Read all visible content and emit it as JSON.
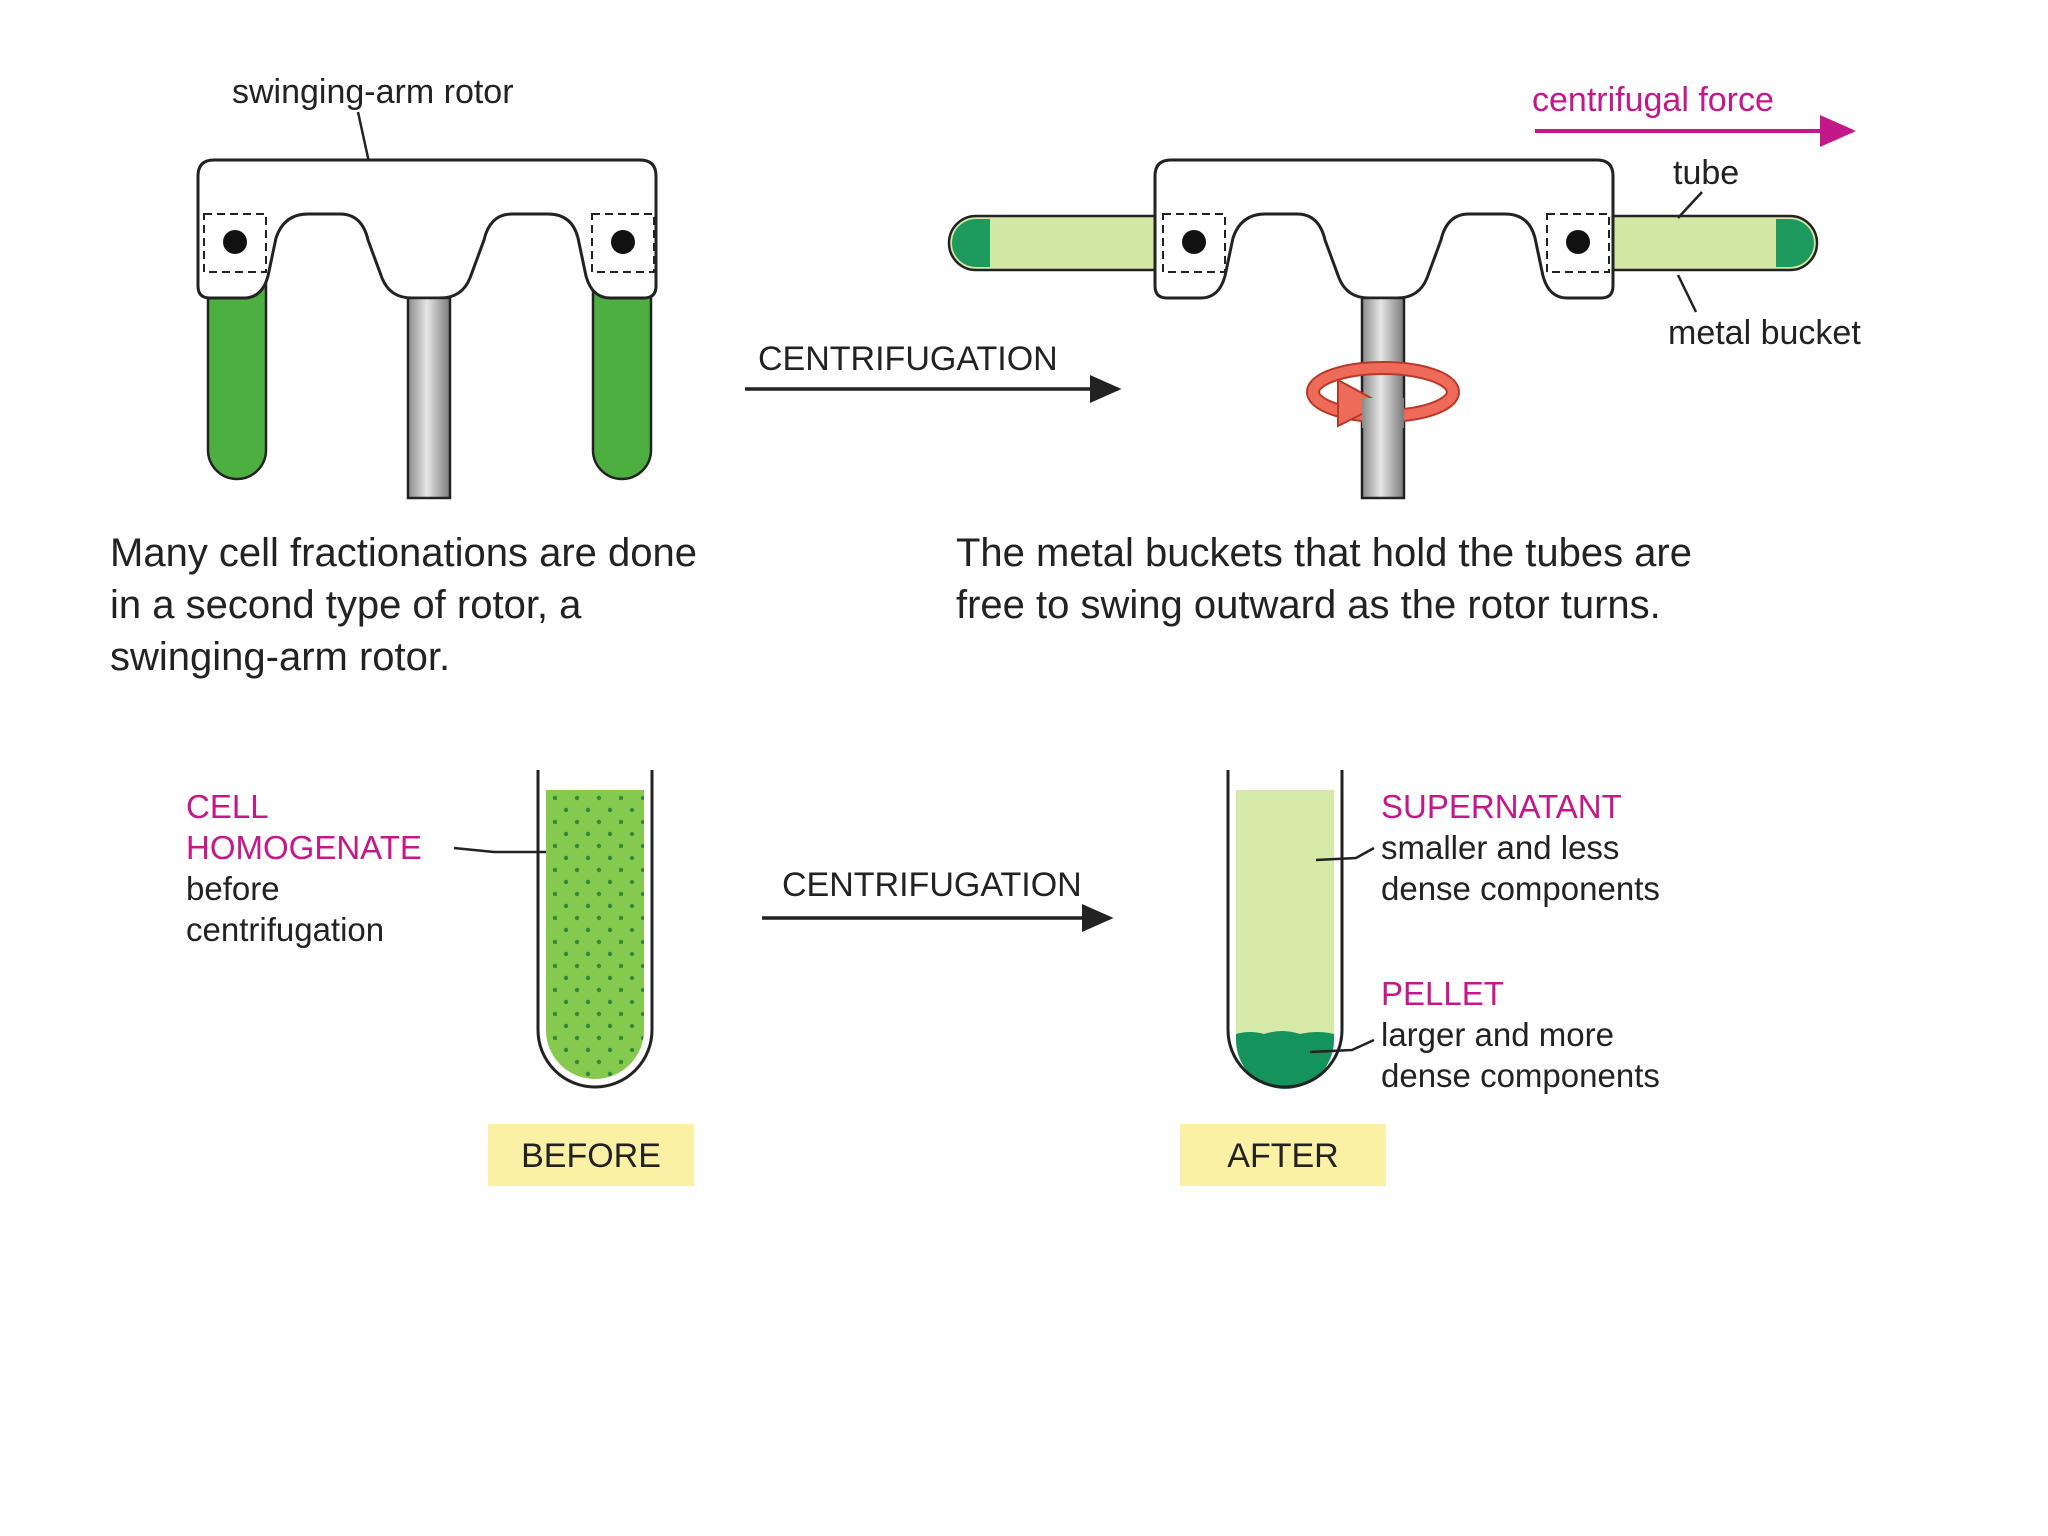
{
  "panels": {
    "rest": {
      "rotor_label": "swinging-arm rotor",
      "caption": [
        "Many cell fractionations are done",
        "in a second type of rotor, a",
        "swinging-arm rotor."
      ]
    },
    "arrow_top": {
      "label": "CENTRIFUGATION"
    },
    "spinning": {
      "force_label": "centrifugal force",
      "tube_label": "tube",
      "bucket_label": "metal bucket",
      "caption": [
        "The metal buckets that hold the tubes are",
        "free to swing outward as the rotor turns."
      ]
    },
    "before": {
      "title_lines": [
        "CELL",
        "HOMOGENATE"
      ],
      "desc_lines": [
        "before",
        "centrifugation"
      ],
      "badge": "BEFORE"
    },
    "arrow_bottom": {
      "label": "CENTRIFUGATION"
    },
    "after": {
      "supernatant_title": "SUPERNATANT",
      "supernatant_lines": [
        "smaller and less",
        "dense components"
      ],
      "pellet_title": "PELLET",
      "pellet_lines": [
        "larger and more",
        "dense components"
      ],
      "badge": "AFTER"
    }
  },
  "colors": {
    "tube_green": "#4caf3f",
    "bucket_light": "#d3e8a4",
    "bucket_end": "#1f9a5e",
    "homogenate": "#86c94f",
    "supernatant": "#d6e9a8",
    "pellet": "#14935c",
    "magenta": "#c4178a",
    "badge_bg": "#fbf1a4",
    "rotation_arrow": "#ee6b5a"
  }
}
